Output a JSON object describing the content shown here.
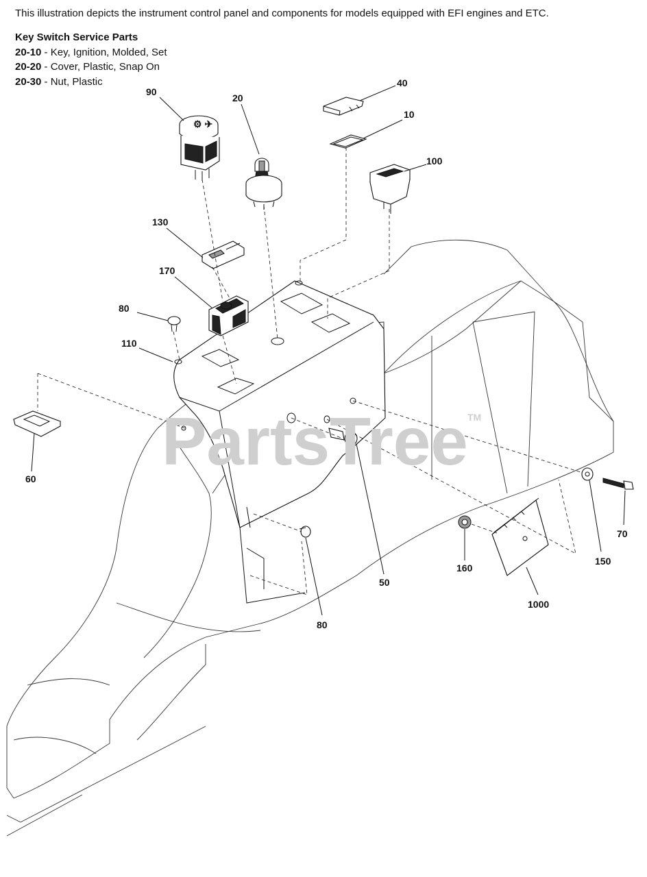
{
  "intro_text": "This illustration depicts the instrument control panel and components for models equipped with EFI engines and ETC.",
  "service_kit": {
    "title": "Key Switch Service Parts",
    "items": [
      {
        "number": "20-10",
        "separator": " - ",
        "description": "Key, Ignition, Molded, Set"
      },
      {
        "number": "20-20",
        "separator": " - ",
        "description": "Cover, Plastic, Snap On"
      },
      {
        "number": "20-30",
        "separator": " - ",
        "description": "Nut, Plastic"
      }
    ]
  },
  "watermark": {
    "text": "PartsTree",
    "trademark": "TM"
  },
  "callouts": {
    "c90": "90",
    "c20": "20",
    "c40": "40",
    "c10": "10",
    "c100": "100",
    "c130": "130",
    "c170": "170",
    "c80a": "80",
    "c110": "110",
    "c60": "60",
    "c50": "50",
    "c80b": "80",
    "c160": "160",
    "c1000": "1000",
    "c150": "150",
    "c70": "70"
  },
  "colors": {
    "ink": "#111111",
    "watermark": "#cfcfcf",
    "background": "#ffffff"
  }
}
